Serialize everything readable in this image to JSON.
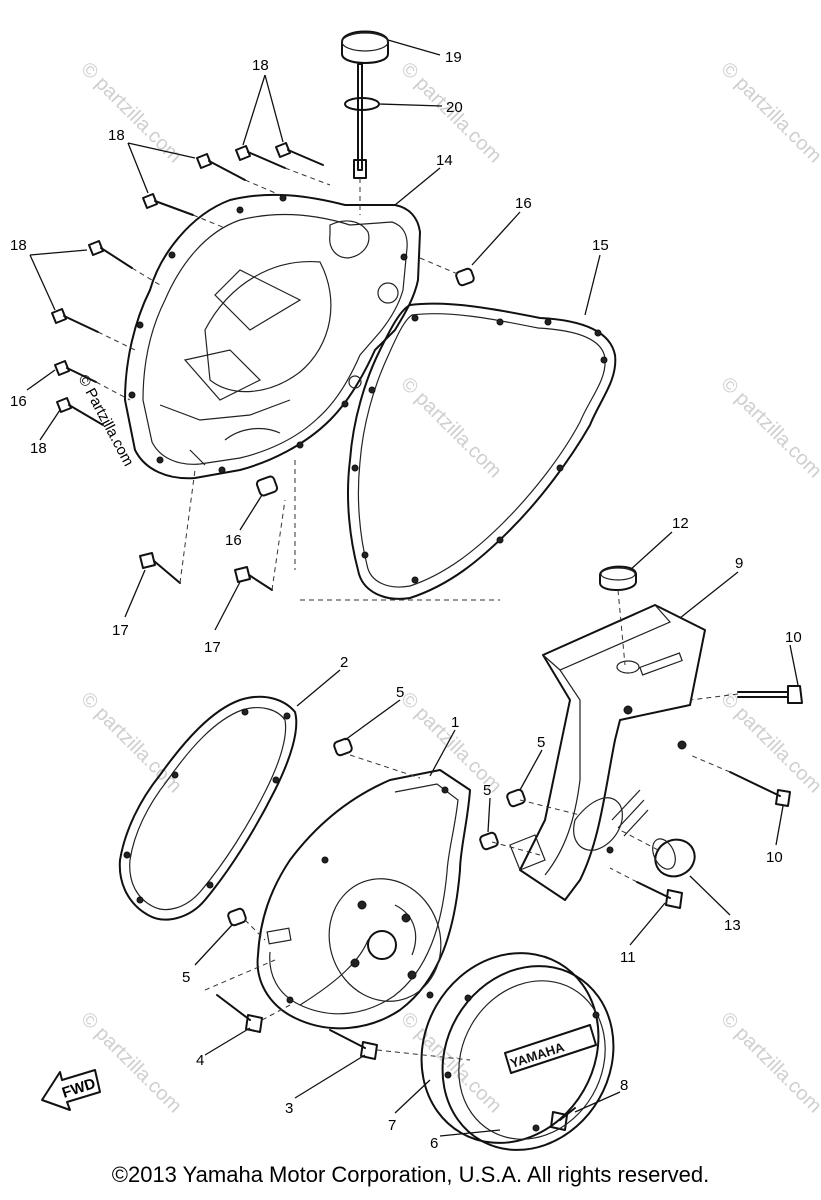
{
  "watermark": "© partzilla.com",
  "watermark_side": "© Partzilla.com",
  "logo": "YAMAHA",
  "fwd_label": "FWD",
  "callouts": [
    "19",
    "20",
    "18",
    "18",
    "14",
    "16",
    "15",
    "18",
    "18",
    "16",
    "18",
    "16",
    "17",
    "17",
    "12",
    "9",
    "2",
    "5",
    "1",
    "10",
    "5",
    "5",
    "10",
    "13",
    "5",
    "11",
    "4",
    "3",
    "8",
    "7",
    "6"
  ],
  "copyright": "©2013 Yamaha Motor Corporation, U.S.A. All rights reserved."
}
